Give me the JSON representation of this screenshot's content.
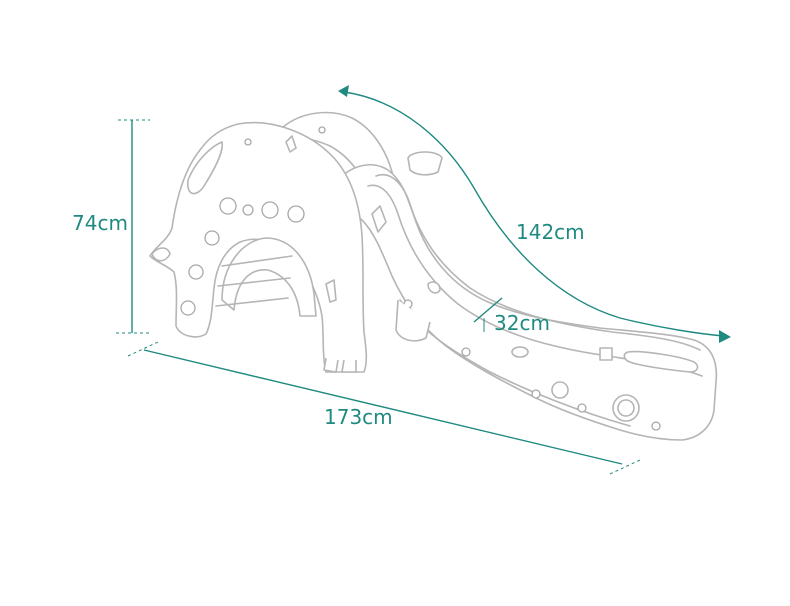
{
  "dimensions": {
    "height": "74cm",
    "slide_length": "142cm",
    "width": "32cm",
    "length": "173cm"
  },
  "colors": {
    "accent": "#1f8a80",
    "outline": "#b5b5b5"
  }
}
